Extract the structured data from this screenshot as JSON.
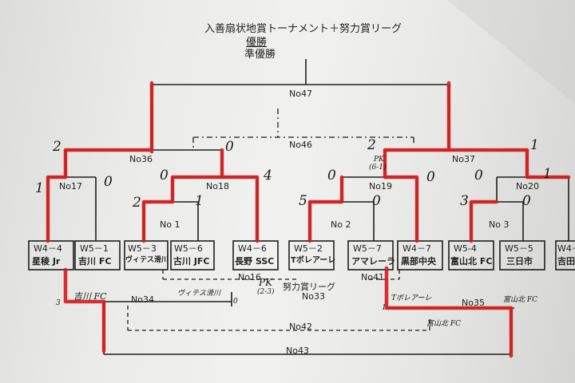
{
  "header": {
    "title": "入善扇状地賞トーナメント＋努力賞リーグ",
    "winner_label": "優勝",
    "runner_up_label": "準優勝"
  },
  "matches": {
    "n47": "No47",
    "n46": "No46",
    "n36": "No36",
    "n37": "No37",
    "n17": "No17",
    "n18": "No18",
    "n19": "No19",
    "n20": "No20",
    "n1": "No 1",
    "n2": "No 2",
    "n3": "No 3",
    "n16": "No16",
    "n33": "No33",
    "n41": "No41",
    "n34": "No34",
    "n35": "No35",
    "n42": "No42",
    "n43": "No43",
    "league_label": "努力賞リーグ"
  },
  "teams": [
    {
      "code": "W4－4",
      "name": "星稜 Jr"
    },
    {
      "code": "W5－1",
      "name": "吉川 FC"
    },
    {
      "code": "W5－3",
      "name": "ヴィテス滑川"
    },
    {
      "code": "W5－6",
      "name": "古川 JFC"
    },
    {
      "code": "W4－6",
      "name": "長野 SSC"
    },
    {
      "code": "W5－2",
      "name": "Tボレアーレ"
    },
    {
      "code": "W5－7",
      "name": "アマレーラ"
    },
    {
      "code": "W4－7",
      "name": "黒部中央"
    },
    {
      "code": "W5-4",
      "name": "富山北 FC"
    },
    {
      "code": "W5－5",
      "name": "三日市"
    },
    {
      "code": "W4－",
      "name": "吉田"
    }
  ],
  "scores": {
    "no36_left": "2",
    "no36_right": "0",
    "no37_left": "2",
    "no37_right": "1",
    "no17_left": "1",
    "no17_right": "0",
    "no18_left": "0",
    "no18_right": "4",
    "no19_left": "0",
    "no19_right": "0",
    "no19_pk": "(6-1)",
    "no19_pk_mark": "PK",
    "no20_left": "0",
    "no20_right": "1",
    "no1_left": "2",
    "no1_right": "1",
    "no2_left": "5",
    "no2_right": "0",
    "no3_left": "3",
    "no3_right": "0",
    "no34_left": "3",
    "no34_right": "0",
    "no35_left": "1",
    "no16_pk": "PK",
    "no16_pk_score": "(2-3)"
  },
  "handwritten": {
    "no34_team_left": "吉川 FC",
    "no34_team_right": "ヴィテス滑川",
    "no35_team_left": "Tボレアーレ",
    "no35_team_right": "富山北 FC",
    "no42_team": "富山北 FC"
  },
  "colors": {
    "paper": "#eeeeec",
    "ink": "#1e1e1e",
    "marker": "#d42020"
  }
}
